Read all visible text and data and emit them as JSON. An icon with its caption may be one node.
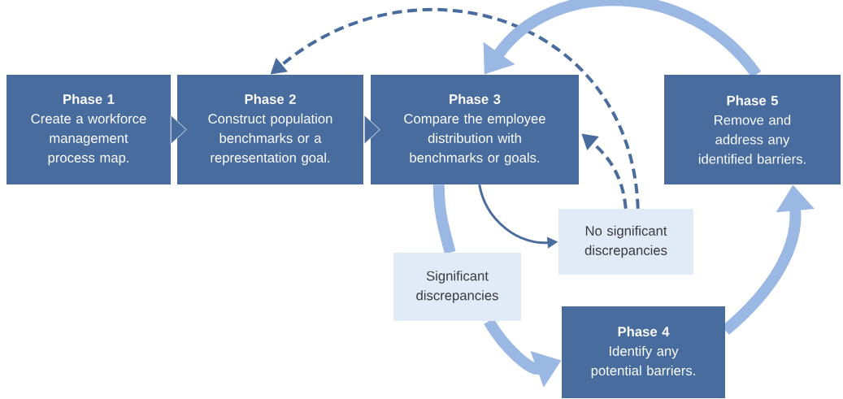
{
  "diagram": {
    "nodes": [
      {
        "text": [
          "Phase 1",
          "Create a workforce management process map."
        ]
      },
      {
        "text": [
          "Phase 2",
          "Construct population benchmarks or a representation goal."
        ]
      },
      {
        "text": [
          "Phase 3",
          "Compare the employee distribution with benchmarks or goals."
        ]
      },
      {
        "text": [
          "Phase 5",
          "Remove and address any identified barriers."
        ]
      },
      {
        "text": [
          "No significant discrepancies"
        ]
      },
      {
        "text": [
          "Significant discrepancies"
        ]
      },
      {
        "text": [
          "Phase 4",
          "Identify any potential barriers."
        ]
      }
    ],
    "edges": [
      {
        "from": 0,
        "to": 1,
        "arrow": "to"
      },
      {
        "from": 1,
        "to": 2,
        "arrow": "to"
      },
      {
        "from": 2,
        "to": 4,
        "arrow": "to"
      },
      {
        "from": 4,
        "to": 2,
        "arrow": "to",
        "style": "dashed"
      },
      {
        "from": 4,
        "to": 1,
        "arrow": "to",
        "style": "dashed"
      },
      {
        "from": 2,
        "to": 5,
        "arrow": "none",
        "color": "#9bb7e3"
      },
      {
        "from": 5,
        "to": 6,
        "arrow": "to",
        "color": "#9bb7e3"
      },
      {
        "from": 6,
        "to": 3,
        "arrow": "to",
        "color": "#9bb7e3"
      },
      {
        "from": 3,
        "to": 2,
        "arrow": "to",
        "color": "#9bb7e3"
      }
    ]
  }
}
